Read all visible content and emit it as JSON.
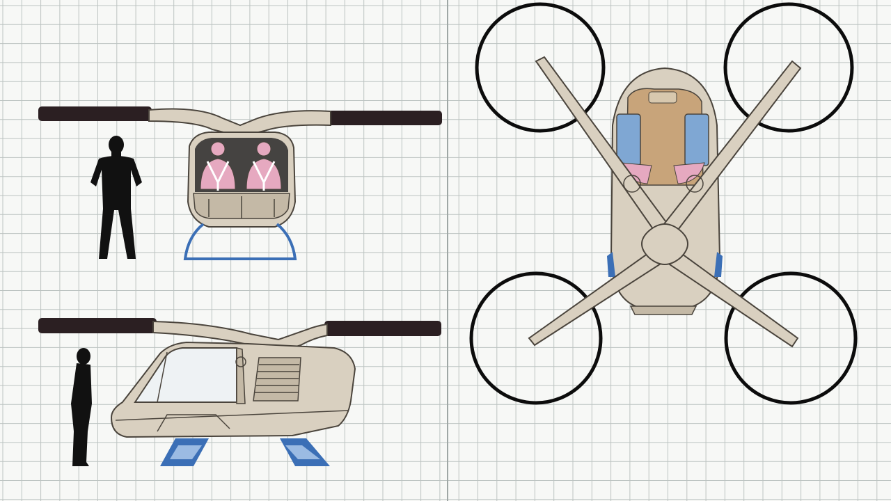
{
  "colors": {
    "paper": "#f7f8f6",
    "grid_line": "#bcc3c1",
    "grid_major": "#9fa7a5",
    "body": "#d9d0c0",
    "body_shade": "#c4b9a6",
    "outline": "#4a443c",
    "rotor_arm": "#2b1f22",
    "rotor_ring": "#0c0c0c",
    "skid": "#3b6fb6",
    "seat": "#7fa7d3",
    "passenger": "#e6a9c0",
    "interior": "#c8a47a",
    "silhouette": "#111111"
  },
  "views": [
    {
      "name": "front-view",
      "silhouette": "person-front-icon"
    },
    {
      "name": "side-view",
      "silhouette": "person-side-icon"
    },
    {
      "name": "top-view",
      "rotors": 4
    }
  ]
}
